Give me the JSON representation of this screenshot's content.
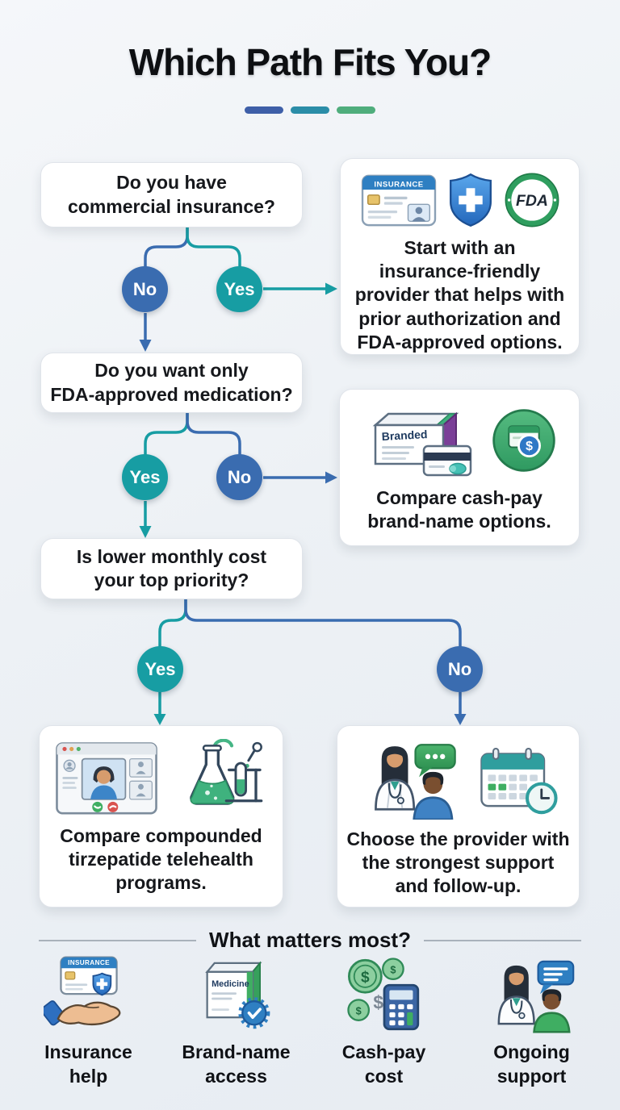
{
  "page": {
    "title": "Which Path Fits You?",
    "divider_colors": [
      "#3e5fa8",
      "#2b8da8",
      "#4fad7c"
    ]
  },
  "flowchart": {
    "questions": [
      {
        "text": "Do you have\ncommercial insurance?",
        "left_label": "No",
        "right_label": "Yes"
      },
      {
        "text": "Do you want only\nFDA-approved medication?",
        "left_label": "Yes",
        "right_label": "No"
      },
      {
        "text": "Is lower monthly cost\nyour top priority?",
        "left_label": "Yes",
        "right_label": "No"
      }
    ],
    "outcomes": [
      {
        "text": "Start with an\ninsurance-friendly\nprovider that helps with\nprior authorization and\nFDA-approved options."
      },
      {
        "text": "Compare cash-pay\nbrand-name options."
      },
      {
        "text": "Compare compounded\ntirzepatide telehealth\nprograms."
      },
      {
        "text": "Choose the provider with\nthe strongest support\nand follow-up."
      }
    ],
    "icon_labels": {
      "insurance_card": "INSURANCE",
      "fda_badge": "FDA",
      "branded_box": "Branded"
    }
  },
  "legend": {
    "heading": "What matters most?",
    "items": [
      {
        "label": "Insurance\nhelp"
      },
      {
        "label": "Brand-name\naccess"
      },
      {
        "label": "Cash-pay\ncost"
      },
      {
        "label": "Ongoing\nsupport"
      }
    ],
    "icon_labels": {
      "insurance_card": "INSURANCE",
      "medicine_box": "Medicine"
    }
  },
  "colors": {
    "yes_teal": "#179da3",
    "no_blue": "#3a6cb0",
    "background": "#edf1f5"
  }
}
